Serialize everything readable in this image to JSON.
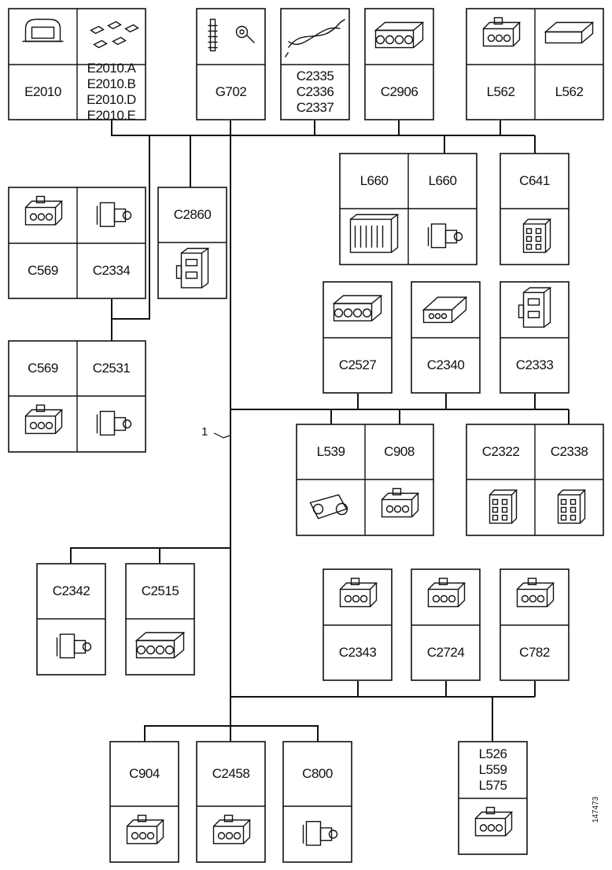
{
  "callout": "1",
  "figure_code": "147473",
  "boxes": [
    {
      "id": "e2010",
      "labels": [
        [
          "E2010"
        ],
        [
          "E2010.A",
          "E2010.B",
          "E2010.D",
          "E2010.E"
        ]
      ]
    },
    {
      "id": "g702",
      "labels": [
        [
          "G702"
        ]
      ]
    },
    {
      "id": "c2335",
      "labels": [
        [
          "C2335",
          "C2336",
          "C2337"
        ]
      ]
    },
    {
      "id": "c2906",
      "labels": [
        [
          "C2906"
        ]
      ]
    },
    {
      "id": "l562",
      "labels": [
        [
          "L562"
        ],
        [
          "L562"
        ]
      ]
    },
    {
      "id": "c569-c2334",
      "labels": [
        [
          "C569"
        ],
        [
          "C2334"
        ]
      ]
    },
    {
      "id": "c2860",
      "labels": [
        [
          "C2860"
        ]
      ]
    },
    {
      "id": "l660",
      "labels": [
        [
          "L660"
        ],
        [
          "L660"
        ]
      ]
    },
    {
      "id": "c641",
      "labels": [
        [
          "C641"
        ]
      ]
    },
    {
      "id": "c569-c2531",
      "labels": [
        [
          "C569"
        ],
        [
          "C2531"
        ]
      ]
    },
    {
      "id": "c2527",
      "labels": [
        [
          "C2527"
        ]
      ]
    },
    {
      "id": "c2340",
      "labels": [
        [
          "C2340"
        ]
      ]
    },
    {
      "id": "c2333",
      "labels": [
        [
          "C2333"
        ]
      ]
    },
    {
      "id": "l539-c908",
      "labels": [
        [
          "L539"
        ],
        [
          "C908"
        ]
      ]
    },
    {
      "id": "c2322-c2338",
      "labels": [
        [
          "C2322"
        ],
        [
          "C2338"
        ]
      ]
    },
    {
      "id": "c2342",
      "labels": [
        [
          "C2342"
        ]
      ]
    },
    {
      "id": "c2515",
      "labels": [
        [
          "C2515"
        ]
      ]
    },
    {
      "id": "c2343",
      "labels": [
        [
          "C2343"
        ]
      ]
    },
    {
      "id": "c2724",
      "labels": [
        [
          "C2724"
        ]
      ]
    },
    {
      "id": "c782",
      "labels": [
        [
          "C782"
        ]
      ]
    },
    {
      "id": "c904",
      "labels": [
        [
          "C904"
        ]
      ]
    },
    {
      "id": "c2458",
      "labels": [
        [
          "C2458"
        ]
      ]
    },
    {
      "id": "c800",
      "labels": [
        [
          "C800"
        ]
      ]
    },
    {
      "id": "l526",
      "labels": [
        [
          "L526",
          "L559",
          "L575"
        ]
      ]
    }
  ]
}
